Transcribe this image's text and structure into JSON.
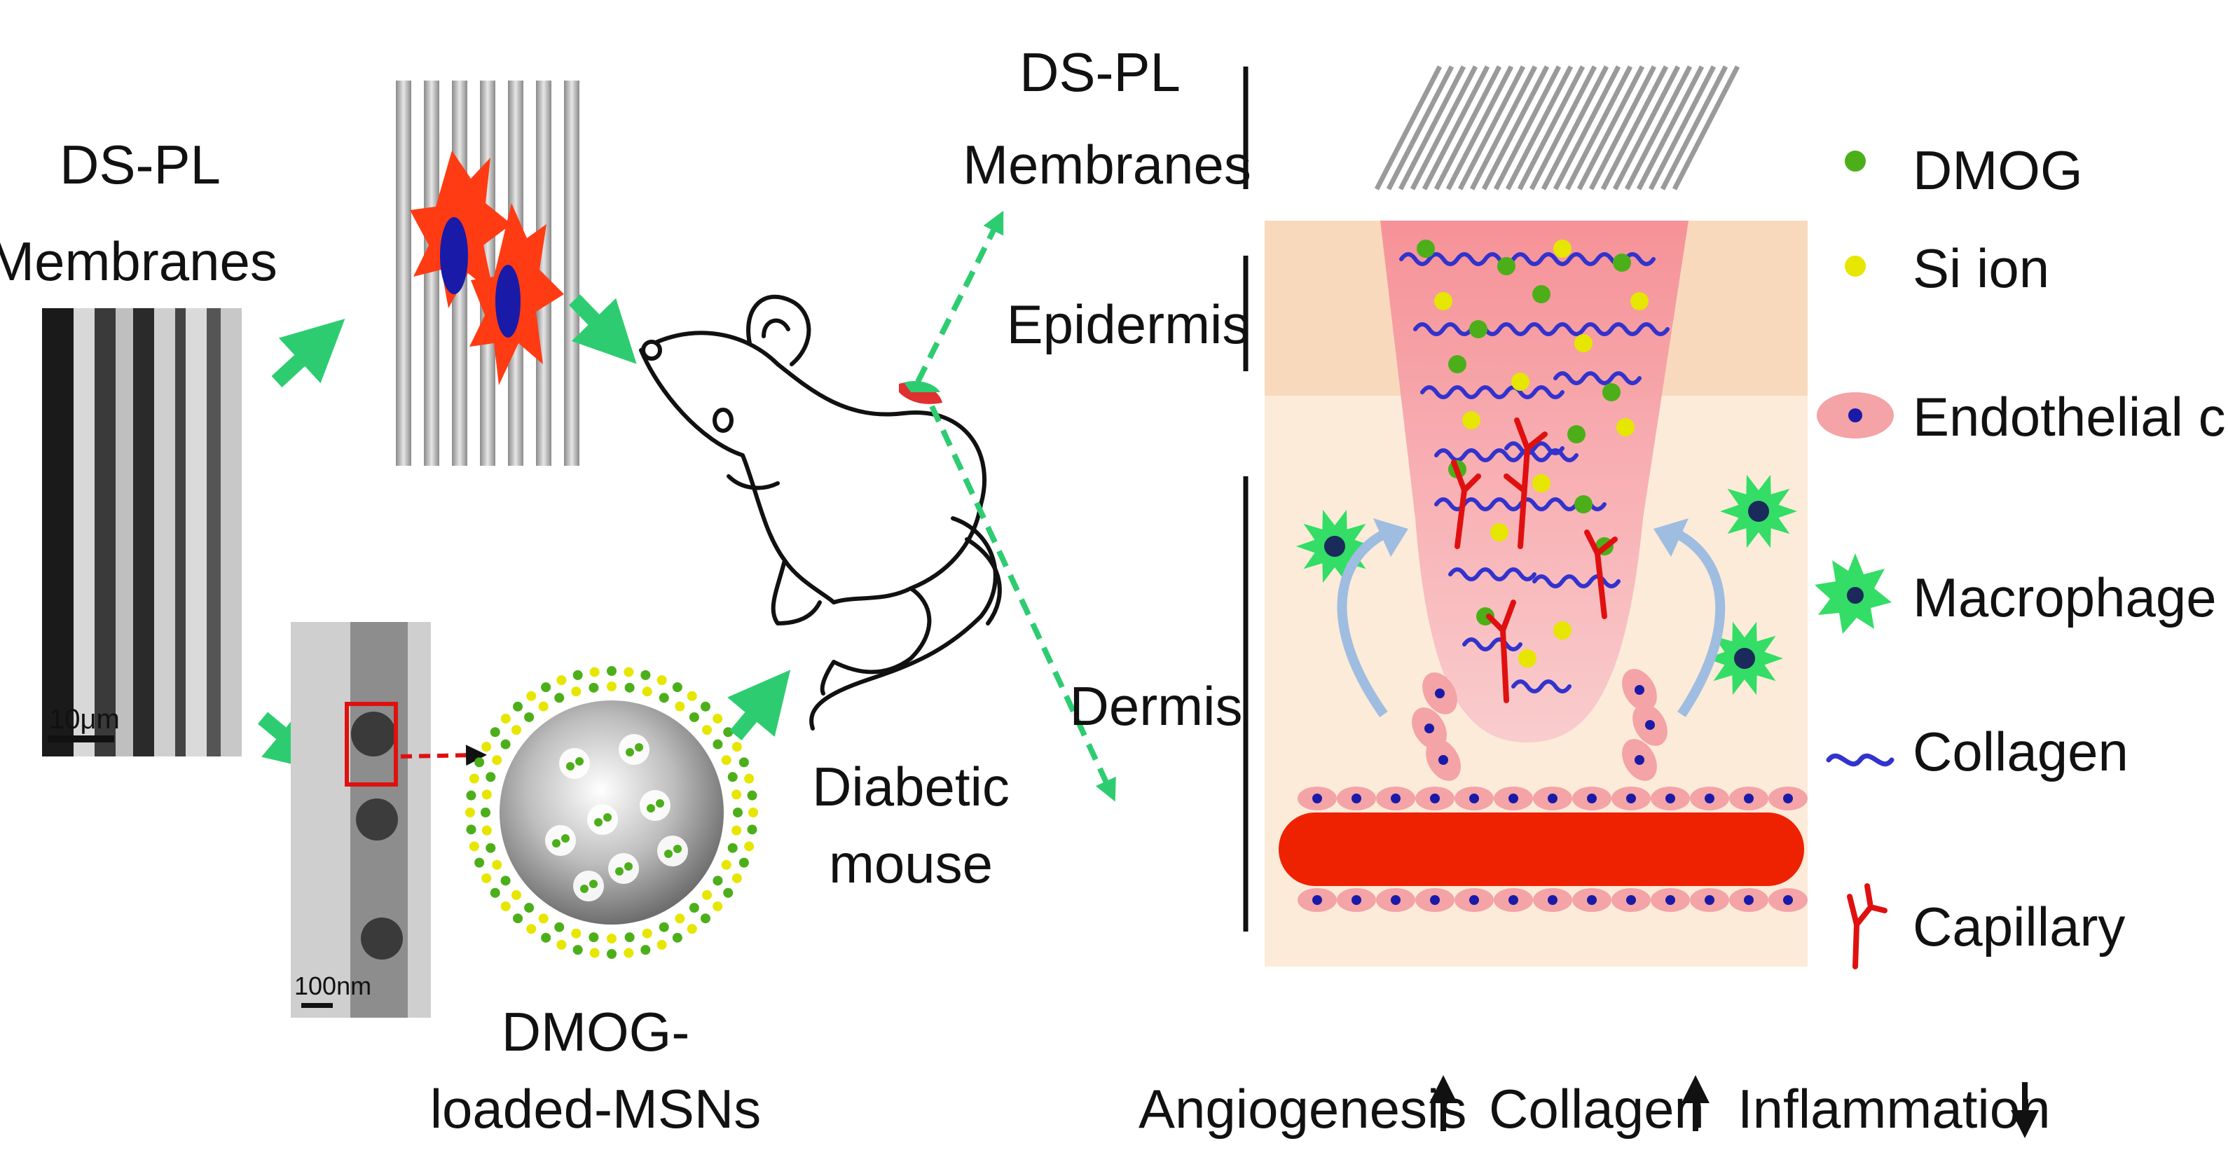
{
  "left": {
    "membrane_title_line1": "DS-PL",
    "membrane_title_line2": "Membranes",
    "sem_scale_label": "10μm",
    "tem_scale_label": "100nm",
    "msn_label_line1": "DMOG-",
    "msn_label_line2": "loaded-MSNs"
  },
  "center": {
    "mouse_label_line1": "Diabetic",
    "mouse_label_line2": "mouse"
  },
  "layers": {
    "membrane_line1": "DS-PL",
    "membrane_line2": "Membranes",
    "epidermis": "Epidermis",
    "dermis": "Dermis"
  },
  "legend": [
    {
      "label": "DMOG",
      "icon": "green-sphere-icon"
    },
    {
      "label": "Si ion",
      "icon": "yellow-sphere-icon"
    },
    {
      "label": "Endothelial cell",
      "icon": "endothelial-cell-icon"
    },
    {
      "label": "Macrophage",
      "icon": "macrophage-icon"
    },
    {
      "label": "Collagen",
      "icon": "collagen-icon"
    },
    {
      "label": "Capillary",
      "icon": "capillary-icon"
    }
  ],
  "outcomes": [
    {
      "label": "Angiogenesis",
      "direction": "up"
    },
    {
      "label": "Collagen",
      "direction": "up"
    },
    {
      "label": "Inflammation",
      "direction": "down"
    }
  ],
  "colors": {
    "arrow_green": "#2ecc71",
    "cell_red": "#ff3b14",
    "nucleus_blue": "#1a1aa8",
    "vessel_red": "#ee2200",
    "epidermis": "#f9d9bc",
    "dermis": "#fcebd9",
    "wound": "#f59aa0",
    "macrophage": "#33dd66",
    "collagen": "#3333cc",
    "dmog": "#4caf1a",
    "si_ion": "#e6e600"
  }
}
